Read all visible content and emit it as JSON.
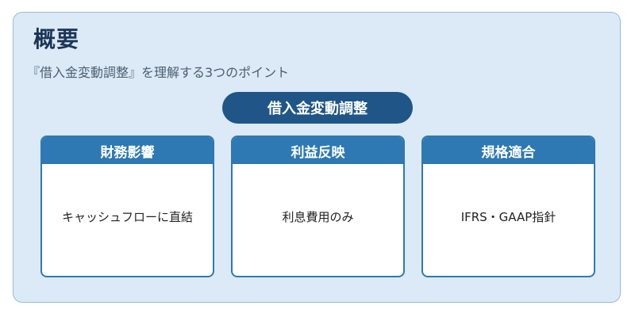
{
  "header": {
    "title": "概要",
    "subtitle": "『借入金変動調整』を理解する3つのポイント"
  },
  "central": {
    "label": "借入金変動調整"
  },
  "cards": [
    {
      "title": "財務影響",
      "body": "キャッシュフローに直結"
    },
    {
      "title": "利益反映",
      "body": "利息費用のみ"
    },
    {
      "title": "規格適合",
      "body": "IFRS・GAAP指針"
    }
  ],
  "colors": {
    "panel_bg": "#dbeaf6",
    "panel_border": "#98bcd9",
    "pill": "#1f5687",
    "card_accent": "#2e79b3",
    "title_text": "#1d3557"
  }
}
